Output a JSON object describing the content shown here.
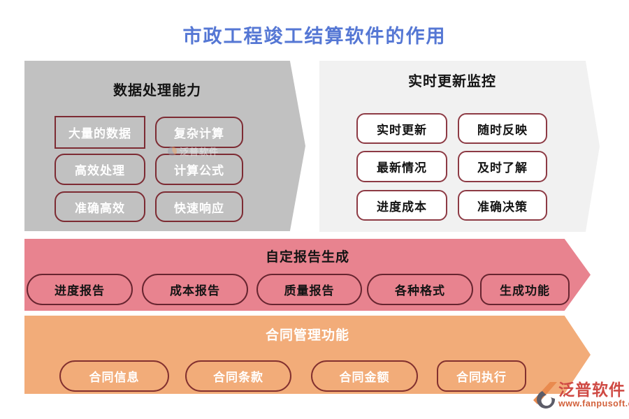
{
  "page_title": "市政工程竣工结算软件的作用",
  "sections": {
    "data_processing": {
      "title": "数据处理能力",
      "buttons": [
        "大量的数据",
        "复杂计算",
        "高效处理",
        "计算公式",
        "准确高效",
        "快速响应"
      ]
    },
    "realtime_monitoring": {
      "title": "实时更新监控",
      "buttons": [
        "实时更新",
        "随时反映",
        "最新情况",
        "及时了解",
        "进度成本",
        "准确决策"
      ]
    },
    "report_generation": {
      "title": "自定报告生成",
      "buttons": [
        "进度报告",
        "成本报告",
        "质量报告",
        "各种格式",
        "生成功能"
      ]
    },
    "contract_management": {
      "title": "合同管理功能",
      "buttons": [
        "合同信息",
        "合同条款",
        "合同金额",
        "合同执行"
      ]
    }
  },
  "watermark": {
    "brand": "泛普软件"
  },
  "footer_logo": {
    "brand": "泛普软件",
    "url": "www.fanpusoft.com"
  },
  "colors": {
    "title_blue": "#5577d4",
    "gray_section": "#c1c1c1",
    "light_section": "#f1f1f1",
    "pink_banner": "#e8838f",
    "orange_banner": "#f2ac79",
    "maroon_border": "#7d2b33",
    "logo_red": "#cf4a44"
  }
}
